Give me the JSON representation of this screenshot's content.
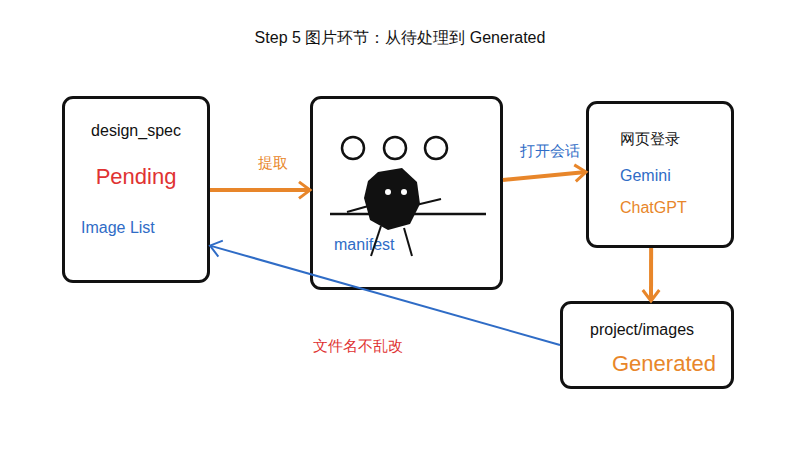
{
  "diagram": {
    "title": "Step 5 图片环节：从待处理到 Generated",
    "nodes": [
      {
        "text": [
          "design_spec",
          "Pending",
          "Image List"
        ]
      },
      {
        "text": [
          "manifest"
        ]
      },
      {
        "text": [
          "网页登录",
          "Gemini",
          "ChatGPT"
        ]
      },
      {
        "text": [
          "project/images",
          "Generated"
        ]
      }
    ],
    "edges": [
      {
        "from": 0,
        "to": 1,
        "arrow": "to",
        "label": "提取"
      },
      {
        "from": 1,
        "to": 2,
        "arrow": "to",
        "label": "打开会话"
      },
      {
        "from": 2,
        "to": 3,
        "arrow": "to"
      },
      {
        "from": 3,
        "to": 0,
        "arrow": "to",
        "label": "文件名不乱改"
      }
    ]
  }
}
